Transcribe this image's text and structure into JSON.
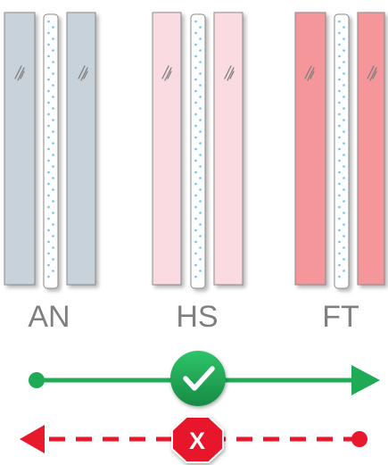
{
  "groups": [
    {
      "label": "AN",
      "pane_color": "#c8d2da",
      "interlayer_color": "#ffffff"
    },
    {
      "label": "HS",
      "pane_color": "#fadbe2",
      "interlayer_color": "#ffffff"
    },
    {
      "label": "FT",
      "pane_color": "#f4969a",
      "interlayer_color": "#ffffff"
    }
  ],
  "interlayer_dot_color": "#6ec6e6",
  "pass_arrow": {
    "color": "#1faa55",
    "direction": "right",
    "line_style": "solid",
    "badge_icon": "check-icon"
  },
  "fail_arrow": {
    "color": "#e8192c",
    "direction": "left",
    "line_style": "dashed",
    "badge_icon": "x-icon",
    "badge_text": "X"
  }
}
